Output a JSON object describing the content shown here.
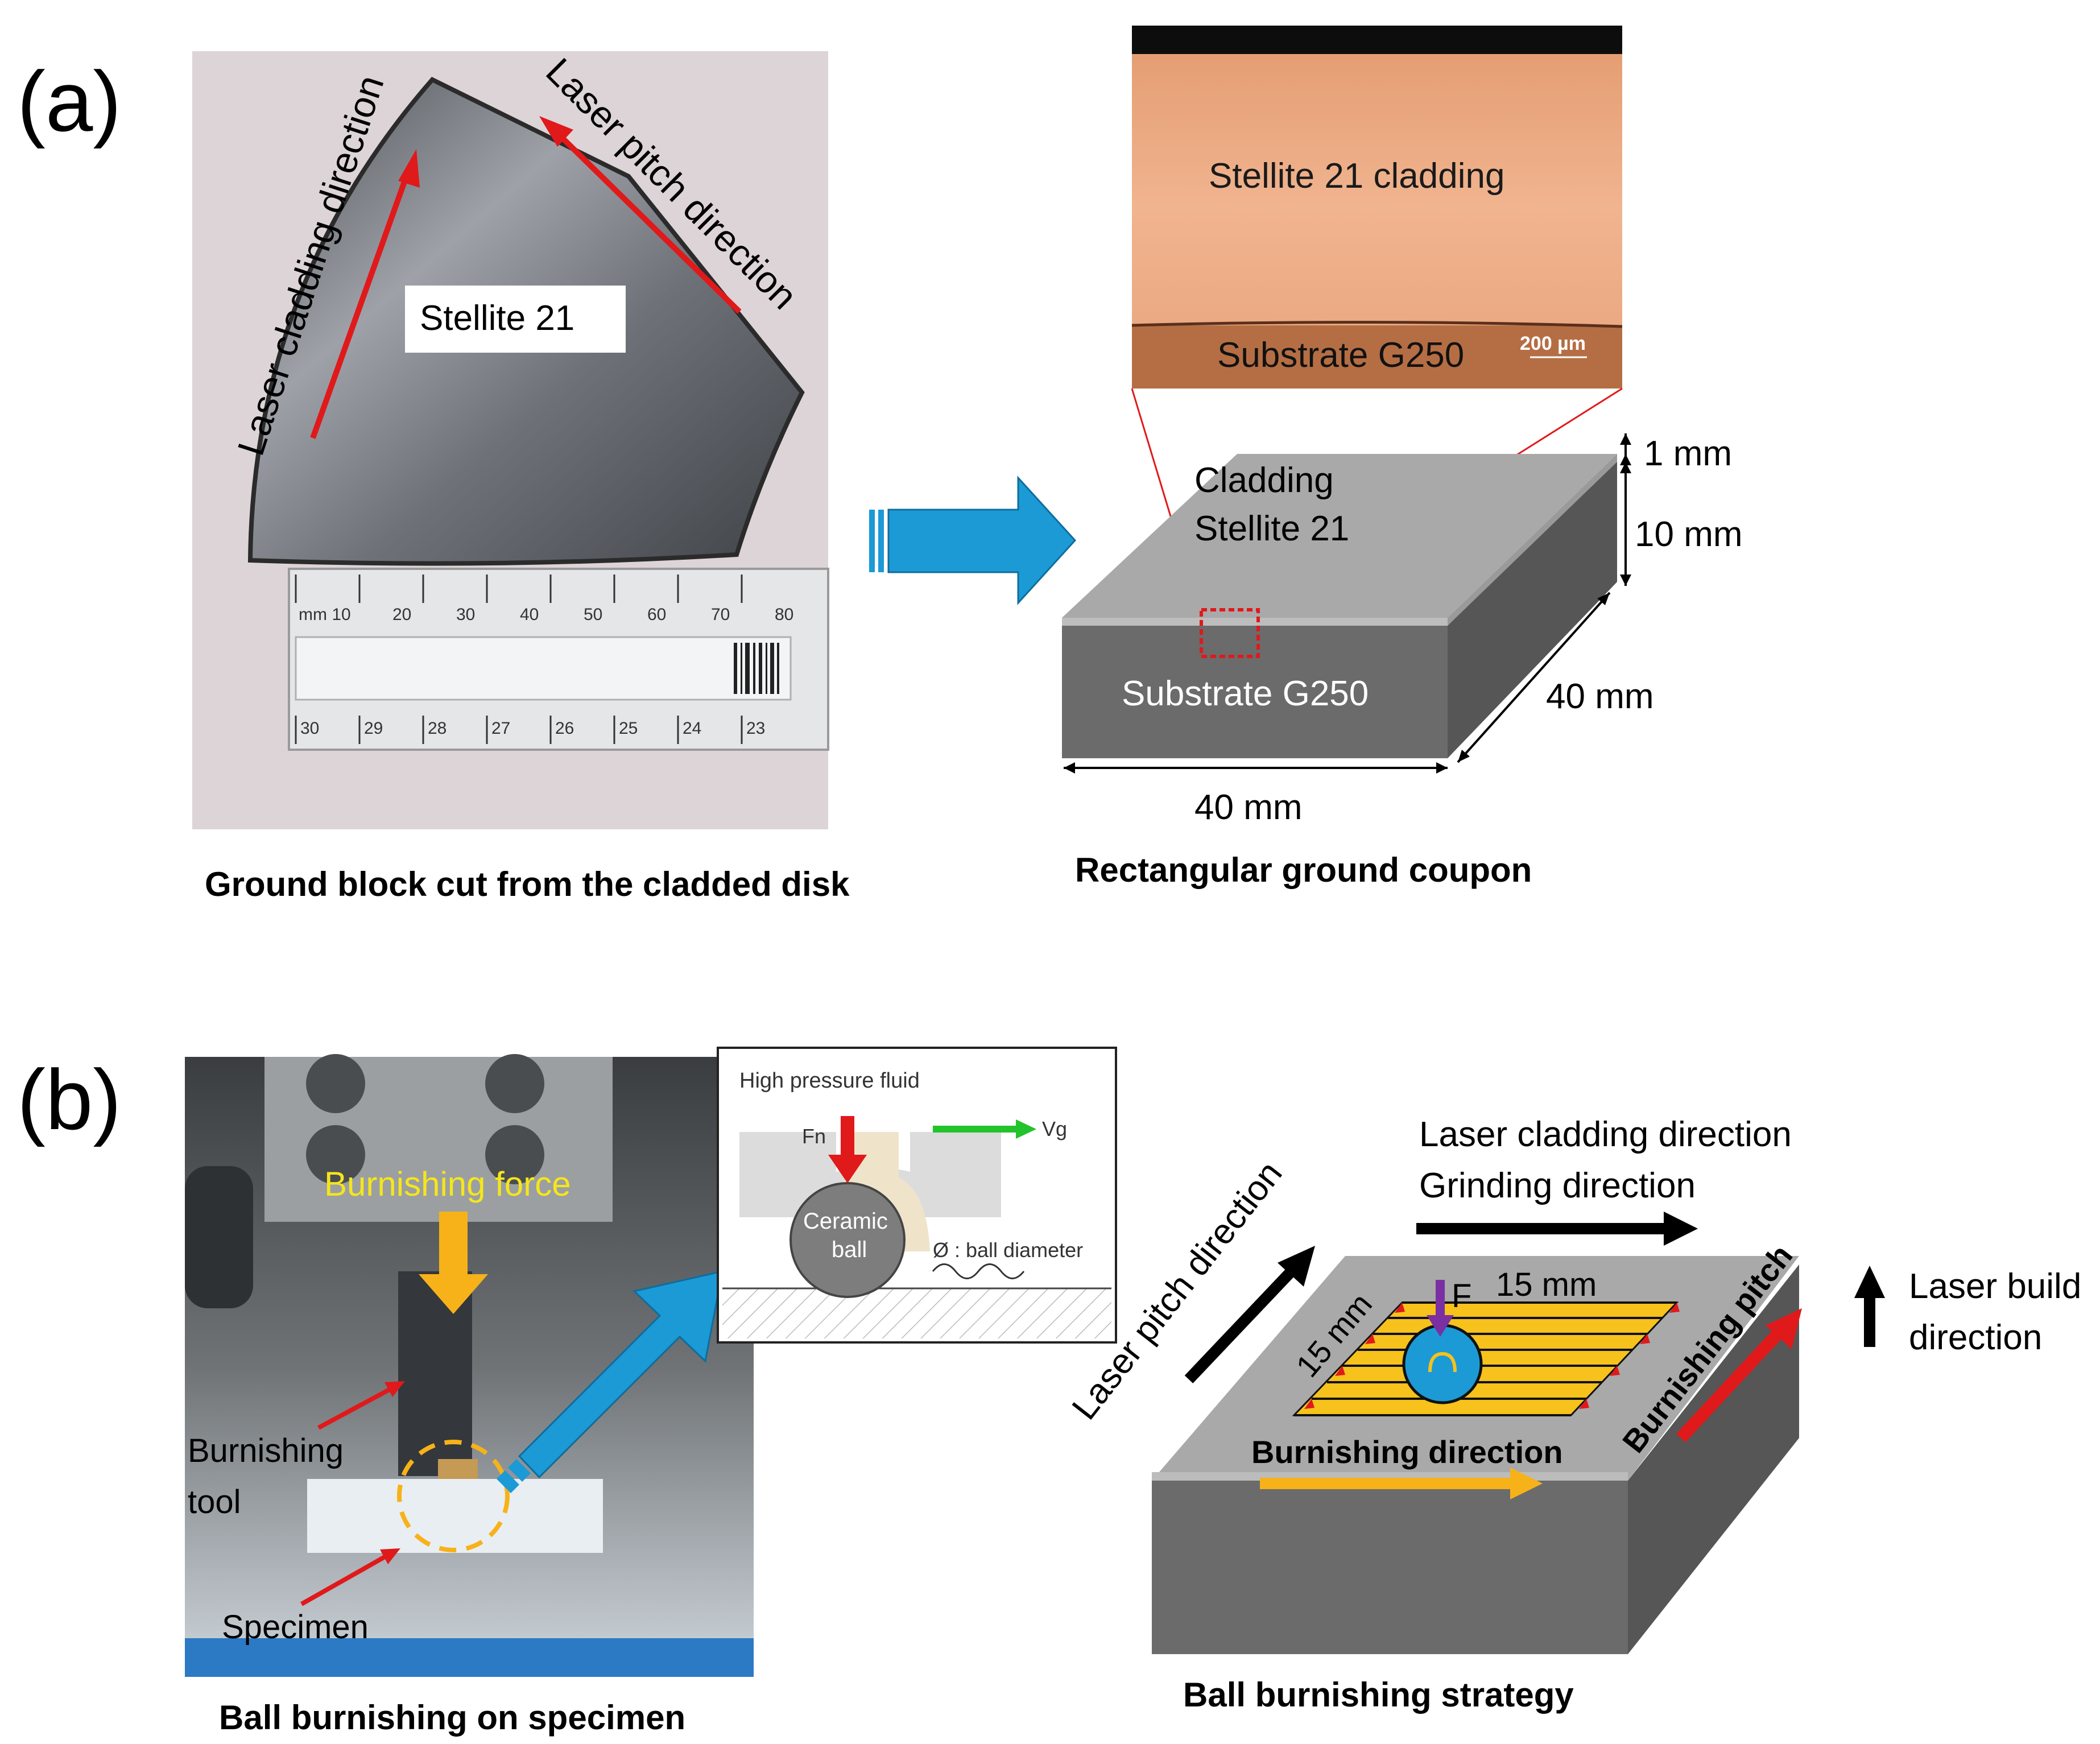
{
  "panel_a": {
    "label": "(a)",
    "photo": {
      "block_label": "Stellite 21",
      "cladding_direction": "Laser cladding direction",
      "pitch_direction": "Laser pitch direction",
      "ruler_top_ticks": [
        "mm 10",
        "20",
        "30",
        "40",
        "50",
        "60",
        "70",
        "80"
      ],
      "ruler_bottom_ticks": [
        "30",
        "29",
        "28",
        "27",
        "26",
        "25",
        "24",
        "23"
      ],
      "caption": "Ground block cut from the cladded disk"
    },
    "micrograph": {
      "cladding_label": "Stellite 21 cladding",
      "substrate_label": "Substrate G250",
      "scale_bar": "200 µm"
    },
    "coupon": {
      "cladding_label_1": "Cladding",
      "cladding_label_2": "Stellite 21",
      "substrate_label": "Substrate G250",
      "dim_thickness": "1 mm",
      "dim_height": "10 mm",
      "dim_depth": "40 mm",
      "dim_width": "40 mm",
      "caption": "Rectangular ground coupon"
    }
  },
  "panel_b": {
    "label": "(b)",
    "photo": {
      "force_label": "Burnishing force",
      "tool_label_1": "Burnishing",
      "tool_label_2": "tool",
      "specimen_label": "Specimen",
      "caption": "Ball burnishing on specimen"
    },
    "inset": {
      "fluid_label": "High pressure fluid",
      "fn_label": "Fn",
      "vg_label": "Vg",
      "ball_label_1": "Ceramic",
      "ball_label_2": "ball",
      "diameter_label": "Ø : ball diameter"
    },
    "strategy": {
      "cladding_direction": "Laser cladding direction",
      "grinding_direction": "Grinding direction",
      "pitch_direction": "Laser pitch direction",
      "build_direction_1": "Laser build",
      "build_direction_2": "direction",
      "force_label": "F",
      "length_label": "15 mm",
      "width_label": "15 mm",
      "burnishing_direction": "Burnishing direction",
      "burnishing_pitch": "Burnishing pitch",
      "caption": "Ball burnishing strategy"
    }
  },
  "colors": {
    "red_arrow": "#e0191b",
    "blue_arrow": "#1b9ad6",
    "yellow_path": "#f6c21b",
    "orange_arrow": "#f7b219",
    "top_face": "#a9a9a9",
    "front_face": "#6b6b6b",
    "side_face": "#565656",
    "micrograph": "#e9a57e",
    "inset_green": "#22c32b",
    "force_purple": "#7a2fa3"
  }
}
